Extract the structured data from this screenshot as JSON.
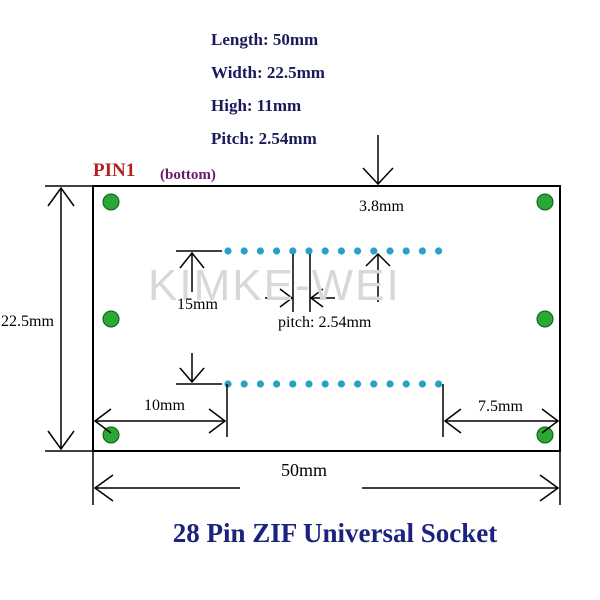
{
  "specs": {
    "length": "Length:  50mm",
    "width": "Width:  22.5mm",
    "high": "High:  11mm",
    "pitch": "Pitch:  2.54mm"
  },
  "labels": {
    "pin1": "PIN1",
    "bottom": "(bottom)",
    "offset_top": "3.8mm",
    "row_spacing": "15mm",
    "pin_pitch": "pitch: 2.54mm",
    "left_offset": "10mm",
    "right_offset": "7.5mm",
    "height_dim": "22.5mm",
    "length_dim": "50mm"
  },
  "watermark": "KIMKE-WEI",
  "title": "28 Pin ZIF Universal Socket",
  "colors": {
    "corner_pad": "#2aa836",
    "pin": "#29a0c8",
    "title": "#1a237e",
    "pin1": "#b22222"
  },
  "pins": {
    "per_row": 14
  }
}
